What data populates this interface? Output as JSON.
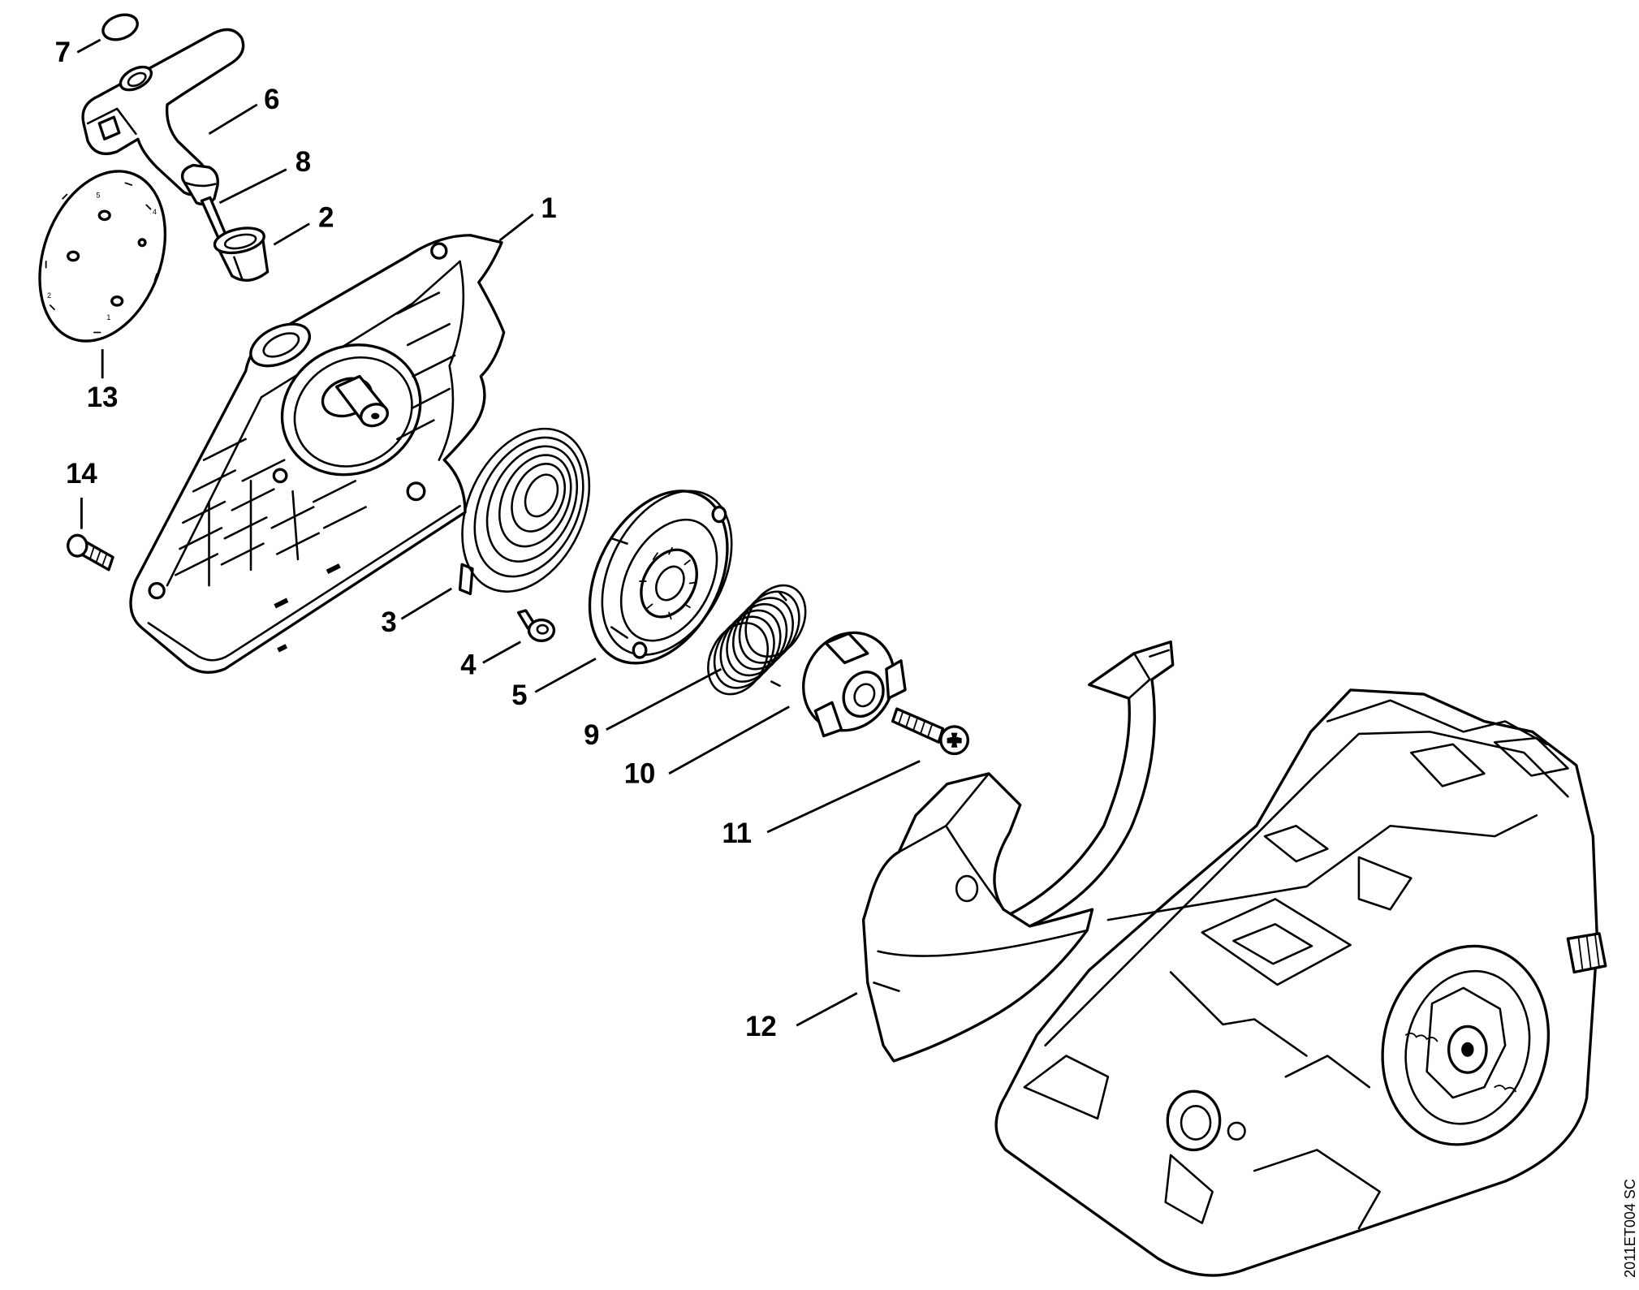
{
  "figure": {
    "callouts": [
      "1",
      "2",
      "3",
      "4",
      "5",
      "6",
      "7",
      "8",
      "9",
      "10",
      "11",
      "12",
      "13",
      "14"
    ],
    "drawing_code": "2011ET004 SC",
    "disc_marks": [
      "5",
      "4",
      "2",
      "1"
    ]
  },
  "colors": {
    "line": "#000000",
    "background": "#ffffff"
  }
}
